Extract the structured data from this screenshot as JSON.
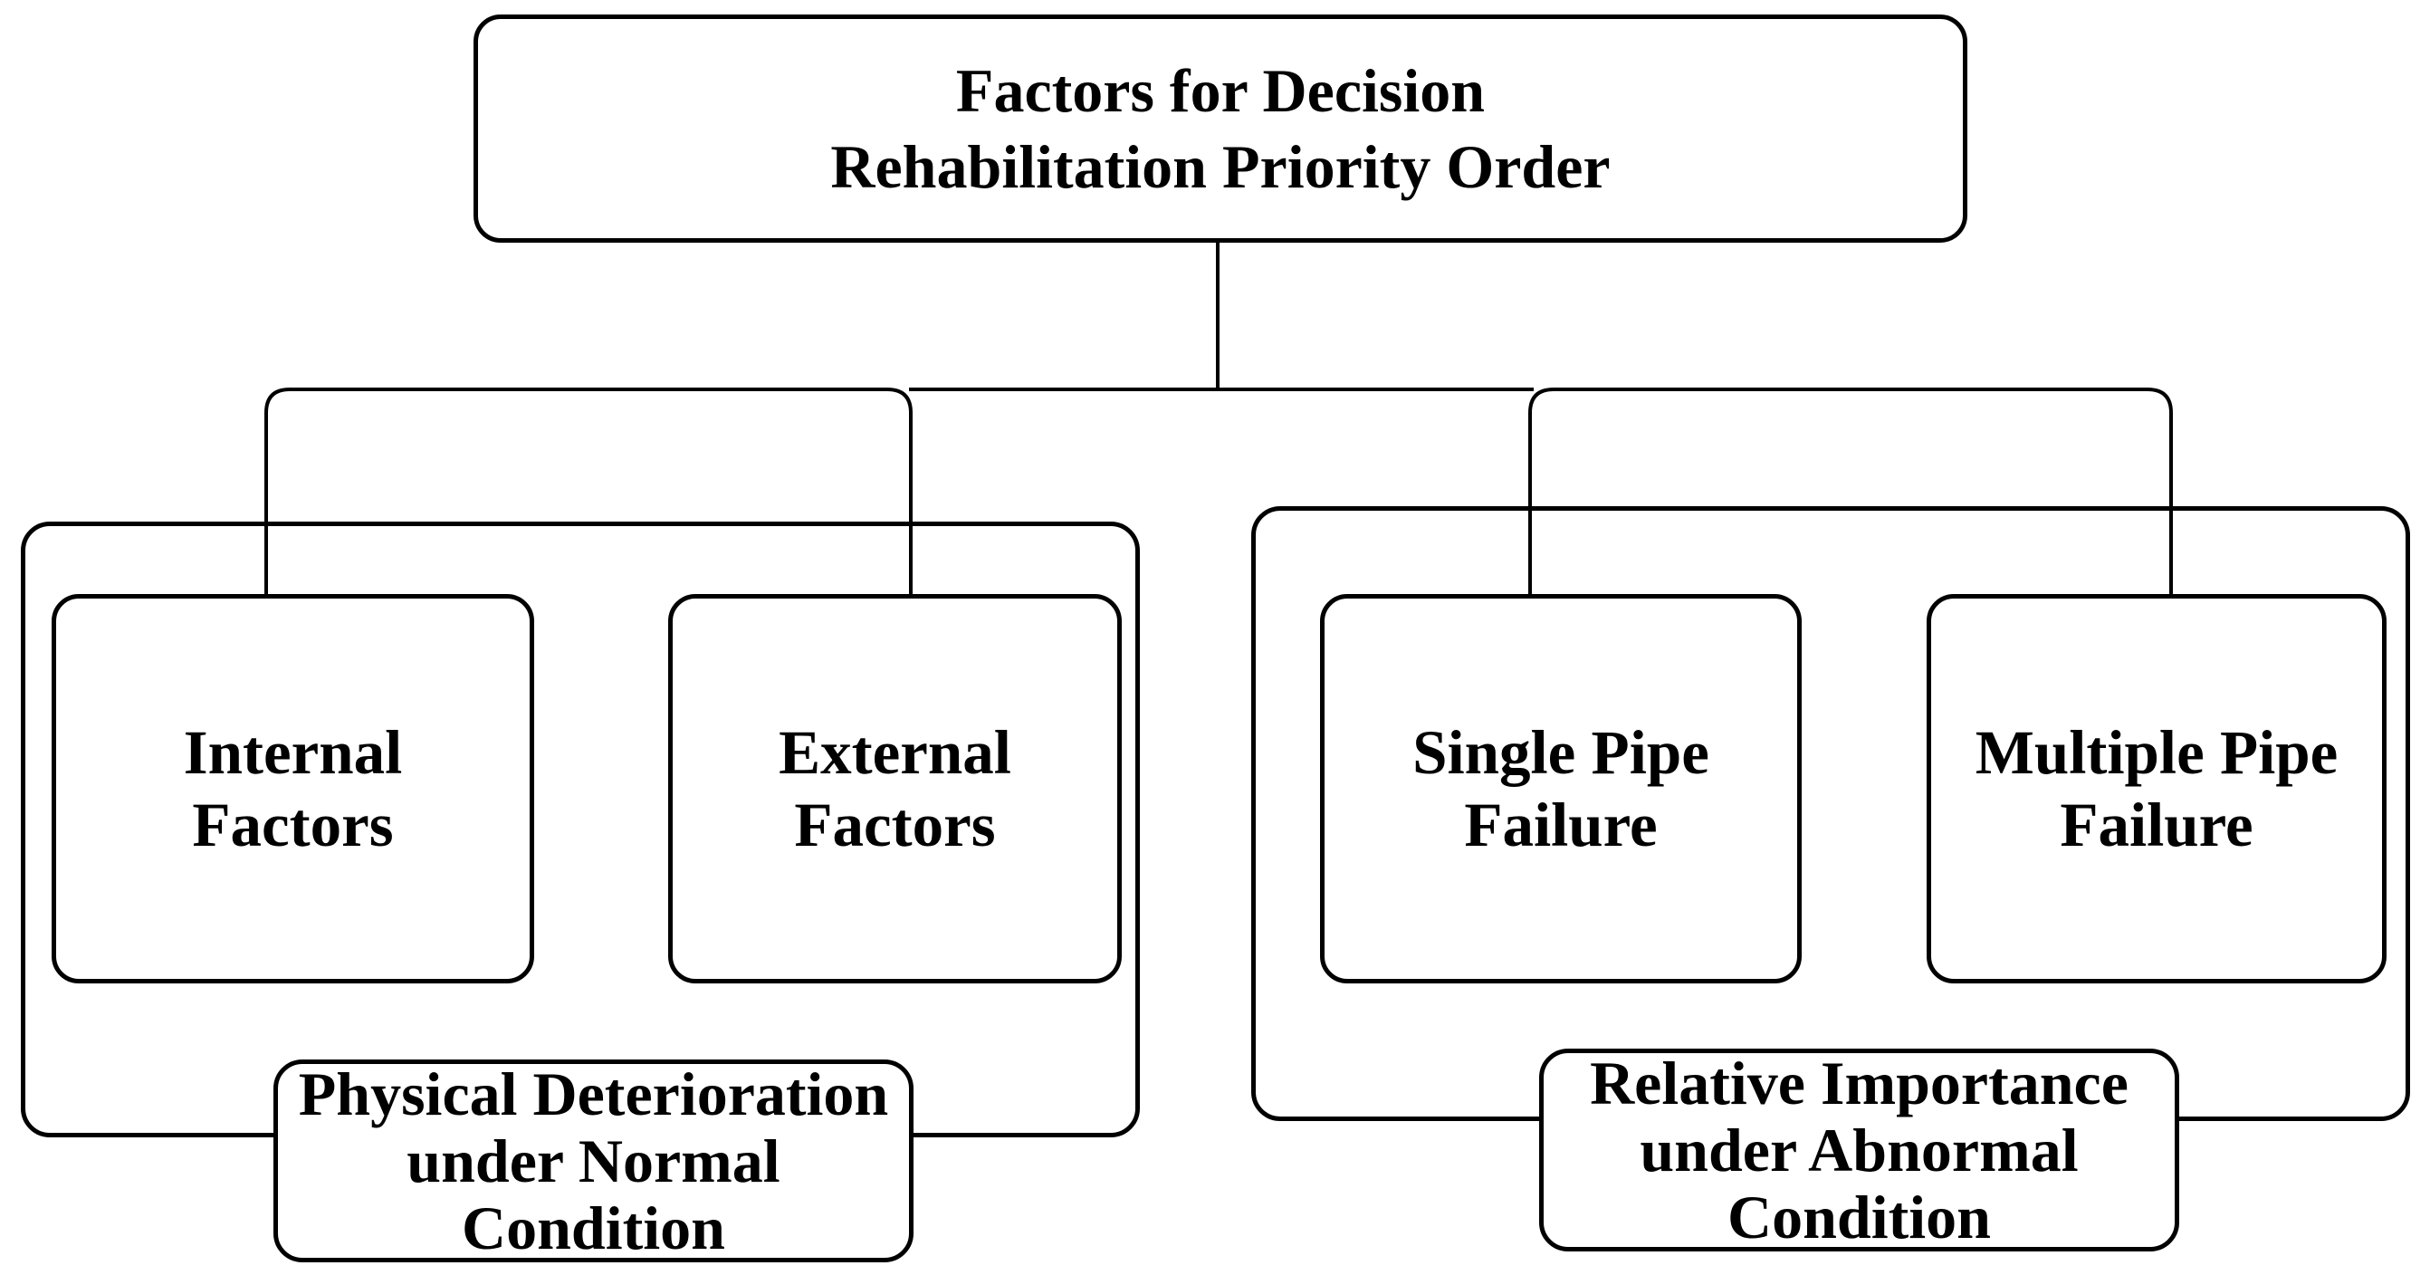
{
  "diagram": {
    "root": {
      "lines": [
        "Factors for Decision",
        "Rehabilitation Priority Order"
      ]
    },
    "branches": [
      {
        "children": [
          {
            "lines": [
              "Internal",
              "Factors"
            ]
          },
          {
            "lines": [
              "External",
              "Factors"
            ]
          }
        ],
        "caption": {
          "lines": [
            "Physical Deterioration",
            "under Normal",
            "Condition"
          ]
        }
      },
      {
        "children": [
          {
            "lines": [
              "Single Pipe",
              "Failure"
            ]
          },
          {
            "lines": [
              "Multiple Pipe",
              "Failure"
            ]
          }
        ],
        "caption": {
          "lines": [
            "Relative Importance",
            "under Abnormal",
            "Condition"
          ]
        }
      }
    ]
  },
  "colors": {
    "line": "#000000",
    "background": "#ffffff",
    "text": "#000000"
  }
}
